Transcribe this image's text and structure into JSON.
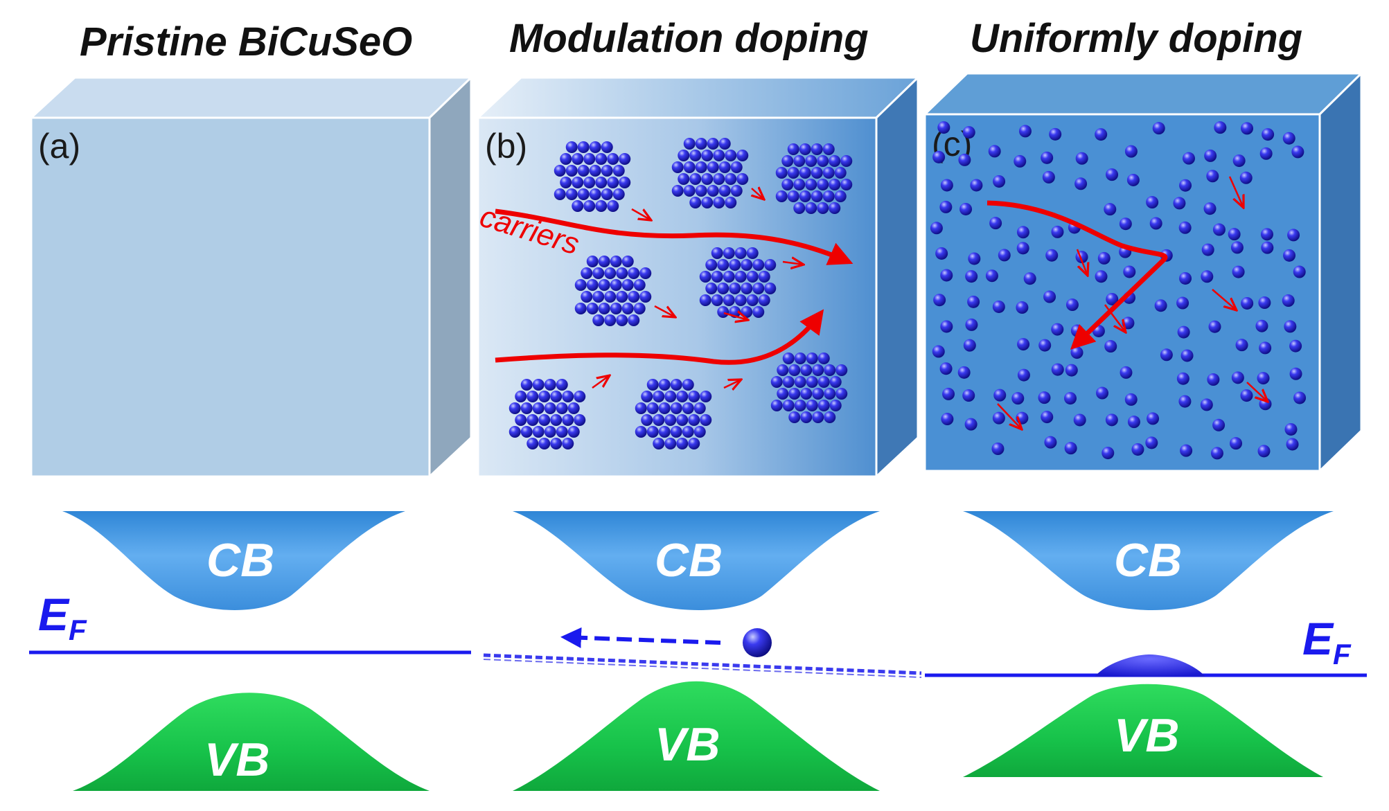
{
  "titles": {
    "a": "Pristine  BiCuSeO",
    "b": "Modulation doping",
    "c": "Uniformly doping"
  },
  "panel_labels": {
    "a": "(a)",
    "b": "(b)",
    "c": "(c)"
  },
  "carriers_label": "carriers",
  "bands": {
    "cb": "CB",
    "vb": "VB"
  },
  "fermi_level": {
    "main": "E",
    "sub": "F"
  },
  "colors": {
    "cube_pristine": "#b0cde6",
    "cube_doped": "#5b9bd5",
    "dopant": "#1414cc",
    "arrow": "#ee0000",
    "cb": "#4a9ee0",
    "vb": "#1cc84c",
    "fermi": "#1a1aee"
  }
}
